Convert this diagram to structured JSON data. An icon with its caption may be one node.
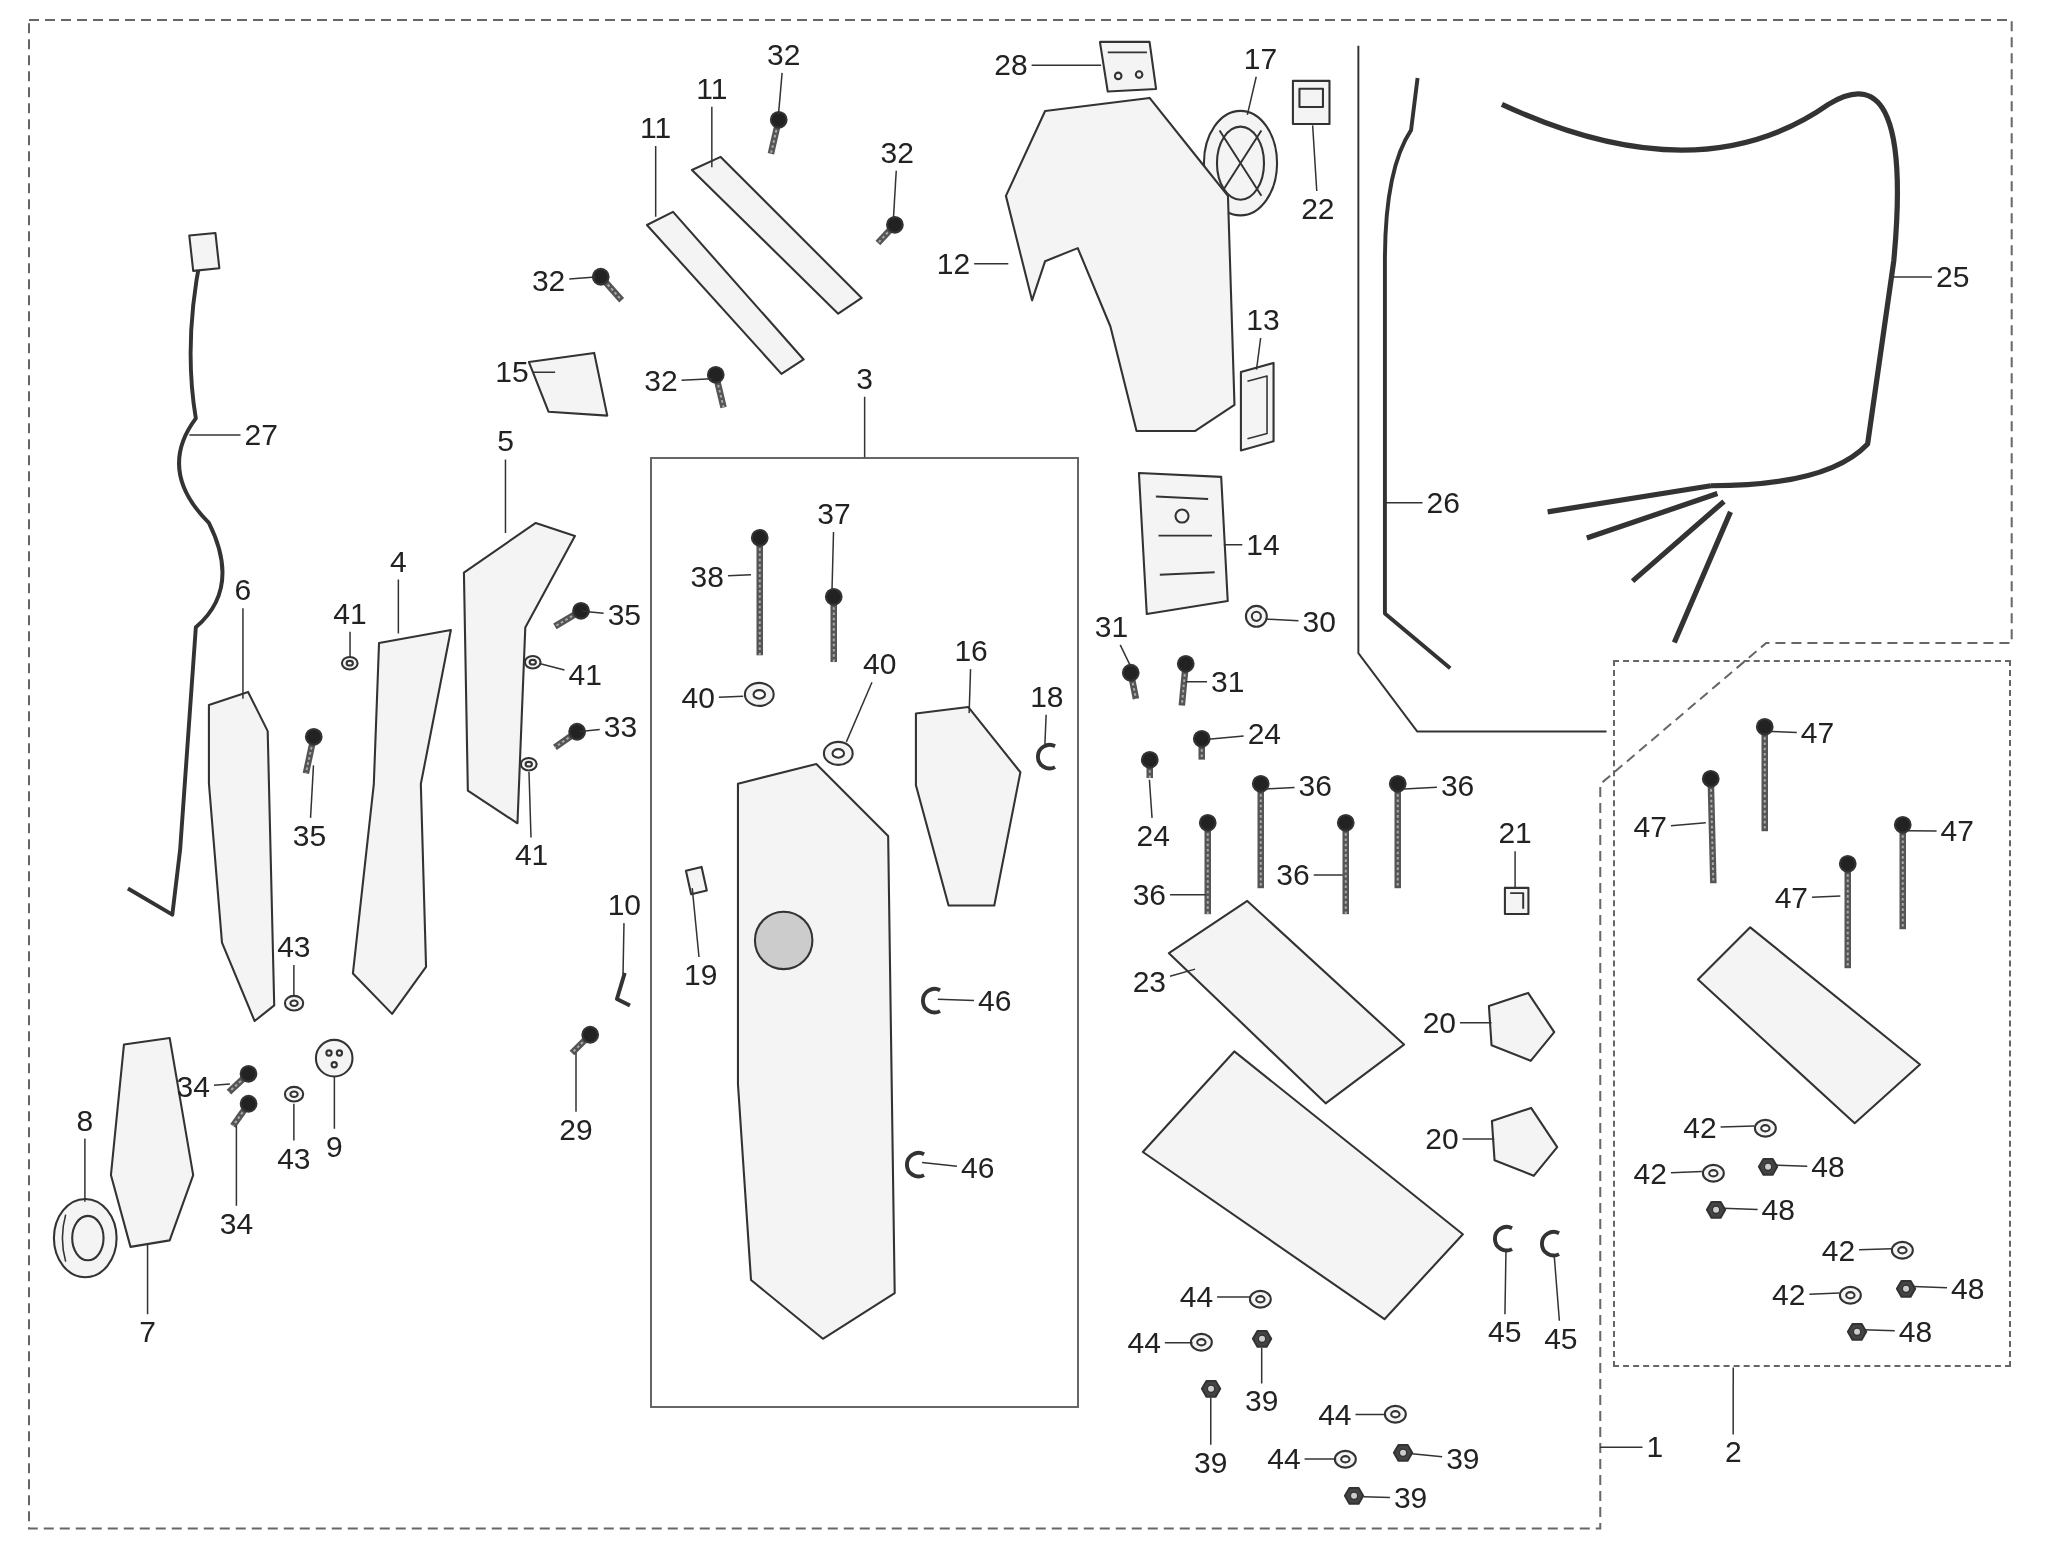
{
  "diagram": {
    "nodes": [
      {
        "text": [],
        "shape": "box"
      },
      {
        "text": [],
        "shape": "box",
        "in": 0
      },
      {
        "text": [],
        "shape": "box"
      },
      {
        "text": [
          "3"
        ],
        "in": 0
      },
      {
        "text": [
          "38"
        ],
        "in": 1
      },
      {
        "text": [
          "37"
        ],
        "in": 1
      },
      {
        "text": [
          "40"
        ],
        "in": 1
      },
      {
        "text": [
          "40"
        ],
        "in": 1
      },
      {
        "text": [
          "16"
        ],
        "in": 1
      },
      {
        "text": [
          "18"
        ],
        "in": 1
      },
      {
        "text": [
          "19"
        ],
        "in": 1
      },
      {
        "text": [
          "46"
        ],
        "in": 1
      },
      {
        "text": [
          "46"
        ],
        "in": 1
      },
      {
        "text": [
          "32"
        ],
        "in": 0
      },
      {
        "text": [
          "11"
        ],
        "in": 0
      },
      {
        "text": [
          "11"
        ],
        "in": 0
      },
      {
        "text": [
          "32"
        ],
        "in": 0
      },
      {
        "text": [
          "32"
        ],
        "in": 0
      },
      {
        "text": [
          "32"
        ],
        "in": 0
      },
      {
        "text": [
          "15"
        ],
        "in": 0
      },
      {
        "text": [
          "5"
        ],
        "in": 0
      },
      {
        "text": [
          "4"
        ],
        "in": 0
      },
      {
        "text": [
          "41"
        ],
        "in": 0
      },
      {
        "text": [
          "35"
        ],
        "in": 0
      },
      {
        "text": [
          "41"
        ],
        "in": 0
      },
      {
        "text": [
          "33"
        ],
        "in": 0
      },
      {
        "text": [
          "41"
        ],
        "in": 0
      },
      {
        "text": [
          "35"
        ],
        "in": 0
      },
      {
        "text": [
          "6"
        ],
        "in": 0
      },
      {
        "text": [
          "27"
        ],
        "in": 0
      },
      {
        "text": [
          "28"
        ],
        "in": 0
      },
      {
        "text": [
          "17"
        ],
        "in": 0
      },
      {
        "text": [
          "22"
        ],
        "in": 0
      },
      {
        "text": [
          "12"
        ],
        "in": 0
      },
      {
        "text": [
          "13"
        ],
        "in": 0
      },
      {
        "text": [
          "25"
        ],
        "in": 0
      },
      {
        "text": [
          "14"
        ],
        "in": 0
      },
      {
        "text": [
          "26"
        ],
        "in": 0
      },
      {
        "text": [
          "30"
        ],
        "in": 0
      },
      {
        "text": [
          "31"
        ],
        "in": 0
      },
      {
        "text": [
          "31"
        ],
        "in": 0
      },
      {
        "text": [
          "24"
        ],
        "in": 0
      },
      {
        "text": [
          "24"
        ],
        "in": 0
      },
      {
        "text": [
          "36"
        ],
        "in": 0
      },
      {
        "text": [
          "36"
        ],
        "in": 0
      },
      {
        "text": [
          "36"
        ],
        "in": 0
      },
      {
        "text": [
          "36"
        ],
        "in": 0
      },
      {
        "text": [
          "21"
        ],
        "in": 0
      },
      {
        "text": [
          "23"
        ],
        "in": 0
      },
      {
        "text": [
          "20"
        ],
        "in": 0
      },
      {
        "text": [
          "20"
        ],
        "in": 0
      },
      {
        "text": [
          "10"
        ],
        "in": 0
      },
      {
        "text": [
          "29"
        ],
        "in": 0
      },
      {
        "text": [
          "43"
        ],
        "in": 0
      },
      {
        "text": [
          "43"
        ],
        "in": 0
      },
      {
        "text": [
          "9"
        ],
        "in": 0
      },
      {
        "text": [
          "34"
        ],
        "in": 0
      },
      {
        "text": [
          "34"
        ],
        "in": 0
      },
      {
        "text": [
          "8"
        ],
        "in": 0
      },
      {
        "text": [
          "7"
        ],
        "in": 0
      },
      {
        "text": [
          "44"
        ],
        "in": 0
      },
      {
        "text": [
          "44"
        ],
        "in": 0
      },
      {
        "text": [
          "39"
        ],
        "in": 0
      },
      {
        "text": [
          "39"
        ],
        "in": 0
      },
      {
        "text": [
          "44"
        ],
        "in": 0
      },
      {
        "text": [
          "44"
        ],
        "in": 0
      },
      {
        "text": [
          "39"
        ],
        "in": 0
      },
      {
        "text": [
          "39"
        ],
        "in": 0
      },
      {
        "text": [
          "45"
        ],
        "in": 0
      },
      {
        "text": [
          "45"
        ],
        "in": 0
      },
      {
        "text": [
          "1"
        ]
      },
      {
        "text": [
          "2"
        ]
      },
      {
        "text": [
          "47"
        ],
        "in": 2
      },
      {
        "text": [
          "47"
        ],
        "in": 2
      },
      {
        "text": [
          "47"
        ],
        "in": 2
      },
      {
        "text": [
          "47"
        ],
        "in": 2
      },
      {
        "text": [
          "42"
        ],
        "in": 2
      },
      {
        "text": [
          "42"
        ],
        "in": 2
      },
      {
        "text": [
          "48"
        ],
        "in": 2
      },
      {
        "text": [
          "48"
        ],
        "in": 2
      },
      {
        "text": [
          "42"
        ],
        "in": 2
      },
      {
        "text": [
          "42"
        ],
        "in": 2
      },
      {
        "text": [
          "48"
        ],
        "in": 2
      },
      {
        "text": [
          "48"
        ],
        "in": 2
      },
      {
        "text": [],
        "shape": "picture",
        "in": 1
      },
      {
        "text": [],
        "shape": "picture",
        "in": 1
      },
      {
        "text": [],
        "shape": "picture",
        "in": 1
      },
      {
        "text": [],
        "shape": "picture",
        "in": 1
      },
      {
        "text": [],
        "shape": "picture",
        "in": 1
      },
      {
        "text": [],
        "shape": "picture",
        "in": 1
      },
      {
        "text": [],
        "shape": "picture",
        "in": 1
      },
      {
        "text": [],
        "shape": "picture",
        "in": 1
      },
      {
        "text": [],
        "shape": "picture",
        "in": 1
      },
      {
        "text": [],
        "shape": "picture",
        "in": 0
      },
      {
        "text": [],
        "shape": "picture",
        "in": 0
      },
      {
        "text": [],
        "shape": "picture",
        "in": 0
      },
      {
        "text": [],
        "shape": "picture",
        "in": 0
      },
      {
        "text": [],
        "shape": "picture",
        "in": 0
      },
      {
        "text": [],
        "shape": "picture",
        "in": 0
      },
      {
        "text": [],
        "shape": "picture",
        "in": 0
      },
      {
        "text": [],
        "shape": "picture",
        "in": 0
      },
      {
        "text": [],
        "shape": "picture",
        "in": 0
      },
      {
        "text": [],
        "shape": "picture",
        "in": 0
      },
      {
        "text": [],
        "shape": "picture",
        "in": 0
      },
      {
        "text": [],
        "shape": "picture",
        "in": 0
      },
      {
        "text": [],
        "shape": "picture",
        "in": 0
      },
      {
        "text": [],
        "shape": "picture",
        "in": 0
      },
      {
        "text": [],
        "shape": "picture",
        "in": 0
      },
      {
        "text": [],
        "shape": "picture",
        "in": 0
      },
      {
        "text": [],
        "shape": "picture",
        "in": 0
      },
      {
        "text": [],
        "shape": "picture",
        "in": 0
      },
      {
        "text": [],
        "shape": "picture",
        "in": 0
      },
      {
        "text": [],
        "shape": "picture",
        "in": 0
      },
      {
        "text": [],
        "shape": "picture",
        "in": 0
      },
      {
        "text": [],
        "shape": "picture",
        "in": 0
      },
      {
        "text": [],
        "shape": "picture",
        "in": 0
      },
      {
        "text": [],
        "shape": "picture",
        "in": 0
      },
      {
        "text": [],
        "shape": "picture",
        "in": 0
      },
      {
        "text": [],
        "shape": "picture",
        "in": 0
      },
      {
        "text": [],
        "shape": "picture",
        "in": 0
      },
      {
        "text": [],
        "shape": "picture",
        "in": 0
      },
      {
        "text": [],
        "shape": "picture",
        "in": 0
      },
      {
        "text": [],
        "shape": "picture",
        "in": 0
      },
      {
        "text": [],
        "shape": "picture",
        "in": 0
      },
      {
        "text": [],
        "shape": "picture",
        "in": 0
      },
      {
        "text": [],
        "shape": "picture",
        "in": 0
      },
      {
        "text": [],
        "shape": "picture",
        "in": 0
      },
      {
        "text": [],
        "shape": "picture",
        "in": 0
      },
      {
        "text": [],
        "shape": "picture",
        "in": 0
      },
      {
        "text": [],
        "shape": "picture",
        "in": 0
      },
      {
        "text": [],
        "shape": "picture",
        "in": 0
      },
      {
        "text": [],
        "shape": "picture",
        "in": 0
      },
      {
        "text": [],
        "shape": "picture",
        "in": 0
      },
      {
        "text": [],
        "shape": "picture",
        "in": 0
      },
      {
        "text": [],
        "shape": "picture",
        "in": 0
      },
      {
        "text": [],
        "shape": "picture",
        "in": 0
      },
      {
        "text": [],
        "shape": "picture",
        "in": 0
      },
      {
        "text": [],
        "shape": "picture",
        "in": 0
      },
      {
        "text": [],
        "shape": "picture",
        "in": 0
      },
      {
        "text": [],
        "shape": "picture",
        "in": 0
      },
      {
        "text": [],
        "shape": "picture",
        "in": 0
      },
      {
        "text": [],
        "shape": "picture",
        "in": 0
      },
      {
        "text": [],
        "shape": "picture",
        "in": 0
      },
      {
        "text": [],
        "shape": "picture",
        "in": 0
      },
      {
        "text": [],
        "shape": "picture",
        "in": 0
      },
      {
        "text": [],
        "shape": "picture",
        "in": 0
      },
      {
        "text": [],
        "shape": "picture",
        "in": 0
      },
      {
        "text": [],
        "shape": "picture",
        "in": 0
      },
      {
        "text": [],
        "shape": "picture",
        "in": 0
      },
      {
        "text": [],
        "shape": "picture",
        "in": 0
      },
      {
        "text": [],
        "shape": "picture",
        "in": 2
      },
      {
        "text": [],
        "shape": "picture",
        "in": 2
      },
      {
        "text": [],
        "shape": "picture",
        "in": 2
      },
      {
        "text": [],
        "shape": "picture",
        "in": 2
      },
      {
        "text": [],
        "shape": "picture",
        "in": 2
      },
      {
        "text": [],
        "shape": "picture",
        "in": 2
      },
      {
        "text": [],
        "shape": "picture",
        "in": 2
      },
      {
        "text": [],
        "shape": "picture",
        "in": 2
      },
      {
        "text": [],
        "shape": "picture",
        "in": 2
      },
      {
        "text": [],
        "shape": "picture",
        "in": 2
      },
      {
        "text": [],
        "shape": "picture",
        "in": 2
      },
      {
        "text": [],
        "shape": "picture",
        "in": 2
      }
    ],
    "edges": [
      {
        "from": 3,
        "to": 1,
        "arrow": "none"
      },
      {
        "from": 4,
        "to": 84,
        "arrow": "none"
      },
      {
        "from": 5,
        "to": 85,
        "arrow": "none"
      },
      {
        "from": 6,
        "to": 86,
        "arrow": "none"
      },
      {
        "from": 7,
        "to": 87,
        "arrow": "none"
      },
      {
        "from": 8,
        "to": 88,
        "arrow": "none"
      },
      {
        "from": 9,
        "to": 89,
        "arrow": "none"
      },
      {
        "from": 10,
        "to": 90,
        "arrow": "none"
      },
      {
        "from": 11,
        "to": 91,
        "arrow": "none"
      },
      {
        "from": 12,
        "to": 92,
        "arrow": "none"
      },
      {
        "from": 13,
        "to": 93,
        "arrow": "none"
      },
      {
        "from": 14,
        "to": 94,
        "arrow": "none"
      },
      {
        "from": 15,
        "to": 95,
        "arrow": "none"
      },
      {
        "from": 16,
        "to": 96,
        "arrow": "none"
      },
      {
        "from": 17,
        "to": 97,
        "arrow": "none"
      },
      {
        "from": 18,
        "to": 98,
        "arrow": "none"
      },
      {
        "from": 19,
        "to": 99,
        "arrow": "none"
      },
      {
        "from": 20,
        "to": 100,
        "arrow": "none"
      },
      {
        "from": 21,
        "to": 101,
        "arrow": "none"
      },
      {
        "from": 22,
        "to": 102,
        "arrow": "none"
      },
      {
        "from": 23,
        "to": 103,
        "arrow": "none"
      },
      {
        "from": 24,
        "to": 104,
        "arrow": "none"
      },
      {
        "from": 25,
        "to": 105,
        "arrow": "none"
      },
      {
        "from": 26,
        "to": 106,
        "arrow": "none"
      },
      {
        "from": 27,
        "to": 107,
        "arrow": "none"
      },
      {
        "from": 28,
        "to": 108,
        "arrow": "none"
      },
      {
        "from": 29,
        "to": 109,
        "arrow": "none"
      },
      {
        "from": 30,
        "to": 110,
        "arrow": "none"
      },
      {
        "from": 31,
        "to": 111,
        "arrow": "none"
      },
      {
        "from": 32,
        "to": 112,
        "arrow": "none"
      },
      {
        "from": 33,
        "to": 113,
        "arrow": "none"
      },
      {
        "from": 34,
        "to": 114,
        "arrow": "none"
      },
      {
        "from": 35,
        "to": 115,
        "arrow": "none"
      },
      {
        "from": 36,
        "to": 116,
        "arrow": "none"
      },
      {
        "from": 37,
        "to": 117,
        "arrow": "none"
      },
      {
        "from": 38,
        "to": 118,
        "arrow": "none"
      },
      {
        "from": 39,
        "to": 119,
        "arrow": "none"
      },
      {
        "from": 40,
        "to": 120,
        "arrow": "none"
      },
      {
        "from": 41,
        "to": 121,
        "arrow": "none"
      },
      {
        "from": 42,
        "to": 122,
        "arrow": "none"
      },
      {
        "from": 43,
        "to": 123,
        "arrow": "none"
      },
      {
        "from": 44,
        "to": 124,
        "arrow": "none"
      },
      {
        "from": 45,
        "to": 125,
        "arrow": "none"
      },
      {
        "from": 46,
        "to": 126,
        "arrow": "none"
      },
      {
        "from": 47,
        "to": 127,
        "arrow": "none"
      },
      {
        "from": 48,
        "to": 128,
        "arrow": "none"
      },
      {
        "from": 49,
        "to": 129,
        "arrow": "none"
      },
      {
        "from": 50,
        "to": 130,
        "arrow": "none"
      },
      {
        "from": 51,
        "to": 131,
        "arrow": "none"
      },
      {
        "from": 52,
        "to": 132,
        "arrow": "none"
      },
      {
        "from": 53,
        "to": 133,
        "arrow": "none"
      },
      {
        "from": 54,
        "to": 134,
        "arrow": "none"
      },
      {
        "from": 55,
        "to": 135,
        "arrow": "none"
      },
      {
        "from": 56,
        "to": 136,
        "arrow": "none"
      },
      {
        "from": 57,
        "to": 137,
        "arrow": "none"
      },
      {
        "from": 58,
        "to": 138,
        "arrow": "none"
      },
      {
        "from": 59,
        "to": 139,
        "arrow": "none"
      },
      {
        "from": 60,
        "to": 140,
        "arrow": "none"
      },
      {
        "from": 61,
        "to": 141,
        "arrow": "none"
      },
      {
        "from": 62,
        "to": 142,
        "arrow": "none"
      },
      {
        "from": 63,
        "to": 143,
        "arrow": "none"
      },
      {
        "from": 64,
        "to": 144,
        "arrow": "none"
      },
      {
        "from": 65,
        "to": 145,
        "arrow": "none"
      },
      {
        "from": 66,
        "to": 146,
        "arrow": "none"
      },
      {
        "from": 67,
        "to": 147,
        "arrow": "none"
      },
      {
        "from": 68,
        "to": 148,
        "arrow": "none"
      },
      {
        "from": 69,
        "to": 149,
        "arrow": "none"
      },
      {
        "from": 70,
        "to": 0,
        "arrow": "none"
      },
      {
        "from": 71,
        "to": 2,
        "arrow": "none"
      },
      {
        "from": 72,
        "to": 150,
        "arrow": "none"
      },
      {
        "from": 73,
        "to": 151,
        "arrow": "none"
      },
      {
        "from": 74,
        "to": 152,
        "arrow": "none"
      },
      {
        "from": 75,
        "to": 153,
        "arrow": "none"
      },
      {
        "from": 76,
        "to": 154,
        "arrow": "none"
      },
      {
        "from": 77,
        "to": 155,
        "arrow": "none"
      },
      {
        "from": 78,
        "to": 156,
        "arrow": "none"
      },
      {
        "from": 79,
        "to": 157,
        "arrow": "none"
      },
      {
        "from": 80,
        "to": 158,
        "arrow": "none"
      },
      {
        "from": 81,
        "to": 159,
        "arrow": "none"
      },
      {
        "from": 82,
        "to": 160,
        "arrow": "none"
      },
      {
        "from": 83,
        "to": 161,
        "arrow": "none"
      }
    ]
  }
}
